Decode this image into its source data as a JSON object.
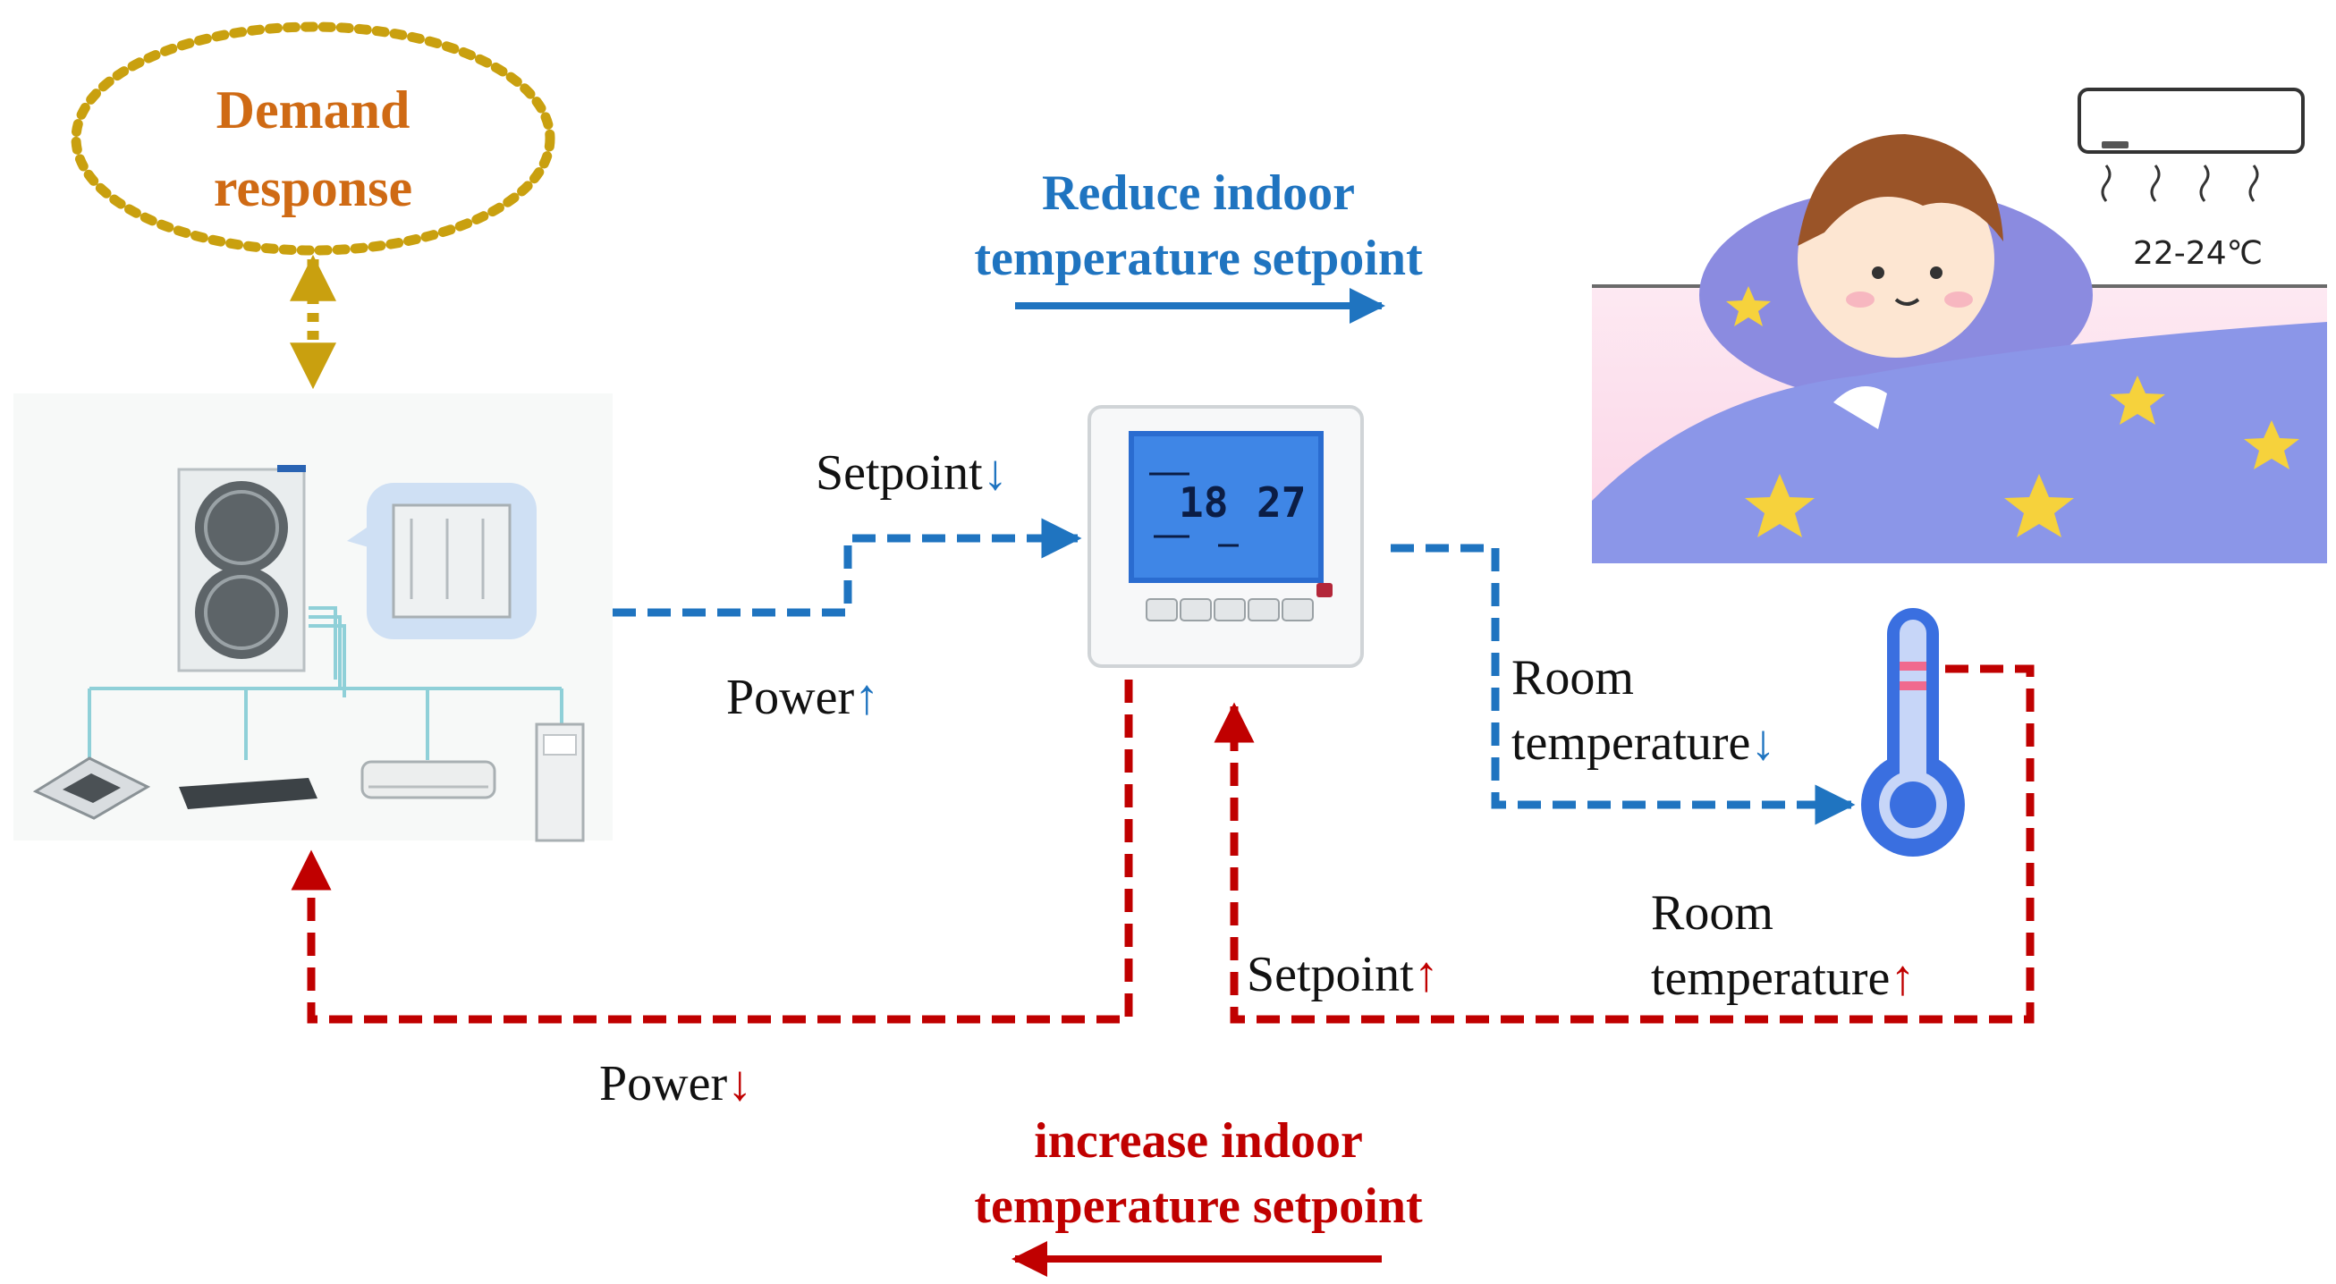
{
  "demand_response": {
    "line1": "Demand",
    "line2": "response"
  },
  "reduce": {
    "line1": "Reduce indoor",
    "line2": "temperature setpoint"
  },
  "increase": {
    "line1": "increase indoor",
    "line2": "temperature setpoint"
  },
  "blue_path": {
    "setpoint_text": "Setpoint",
    "setpoint_arrow": "↓",
    "power_text": "Power",
    "power_arrow": "↑",
    "room_line1": "Room",
    "room_text": "temperature",
    "room_arrow": "↓"
  },
  "red_path": {
    "setpoint_text": "Setpoint",
    "setpoint_arrow": "↑",
    "power_text": "Power",
    "power_arrow": "↓",
    "room_line1": "Room",
    "room_text": "temperature",
    "room_arrow": "↑"
  },
  "thermostat": {
    "temp_left": "18",
    "temp_right": "27"
  },
  "room_scene": {
    "ac_reading": "22-24℃"
  },
  "colors": {
    "blue": "#1f74c0",
    "red": "#c00000",
    "gold": "#c9a00f",
    "orange": "#cf6a14"
  },
  "icons": [
    "hvac-system-illustration",
    "thermostat-icon",
    "thermometer-icon",
    "sleeping-child-illustration",
    "air-conditioner-icon",
    "star-icon"
  ]
}
